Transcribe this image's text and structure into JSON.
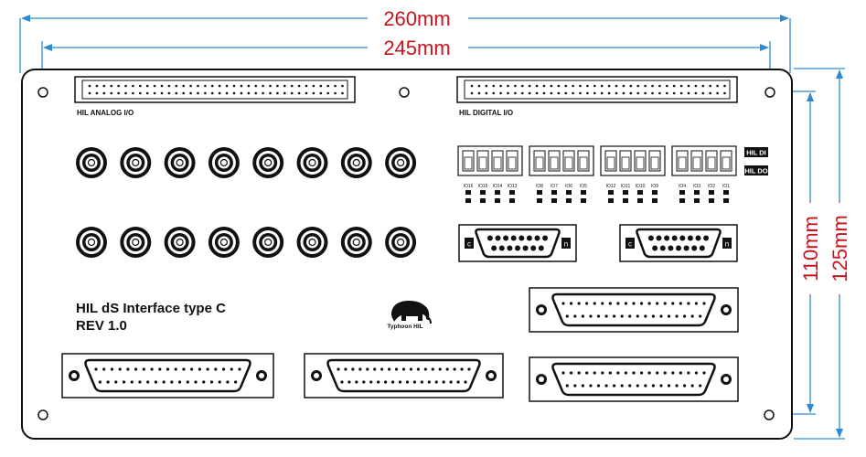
{
  "dimensions": {
    "overall_width": "260mm",
    "hole_spacing_width": "245mm",
    "hole_spacing_height": "110mm",
    "overall_height": "125mm",
    "text_color": "#c8141e",
    "arrow_color": "#2e8ad0"
  },
  "board": {
    "title_line1": "HIL dS Interface type C",
    "title_line2": "REV 1.0",
    "logo_text": "Typhoon HIL",
    "analog_header_label": "HIL ANALOG I/O",
    "digital_header_label": "HIL DIGITAL I/O",
    "di_label": "HIL DI",
    "do_label": "HIL DO",
    "dip_labels": [
      "IO16",
      "IO15",
      "IO14",
      "IO13",
      "IO8",
      "IO7",
      "IO6",
      "IO5",
      "IO12",
      "IO11",
      "IO10",
      "IO9",
      "IO4",
      "IO3",
      "IO2",
      "IO1"
    ],
    "dsub_left_letter": "c",
    "dsub_right_letter": "n"
  }
}
